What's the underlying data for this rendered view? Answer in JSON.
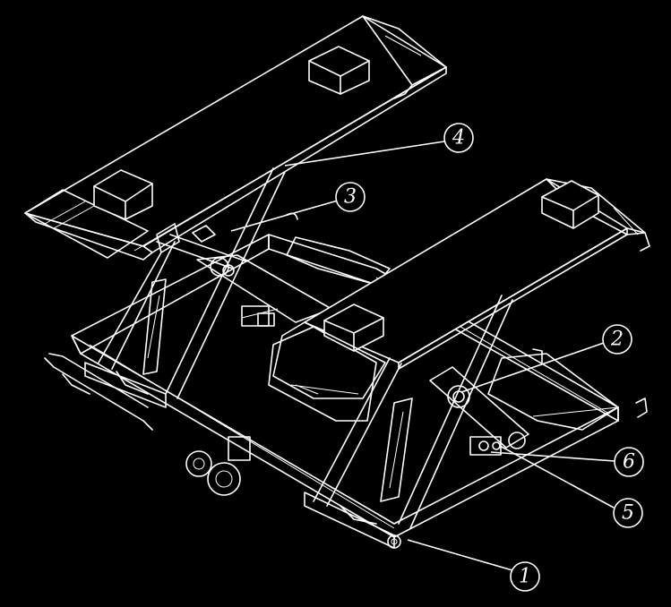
{
  "diagram": {
    "colors": {
      "background": "#000000",
      "line": "#ffffff"
    },
    "callouts": [
      {
        "id": "callout-1",
        "label": "1"
      },
      {
        "id": "callout-2",
        "label": "2"
      },
      {
        "id": "callout-3",
        "label": "3"
      },
      {
        "id": "callout-4",
        "label": "4"
      },
      {
        "id": "callout-5",
        "label": "5"
      },
      {
        "id": "callout-6",
        "label": "6"
      }
    ]
  }
}
